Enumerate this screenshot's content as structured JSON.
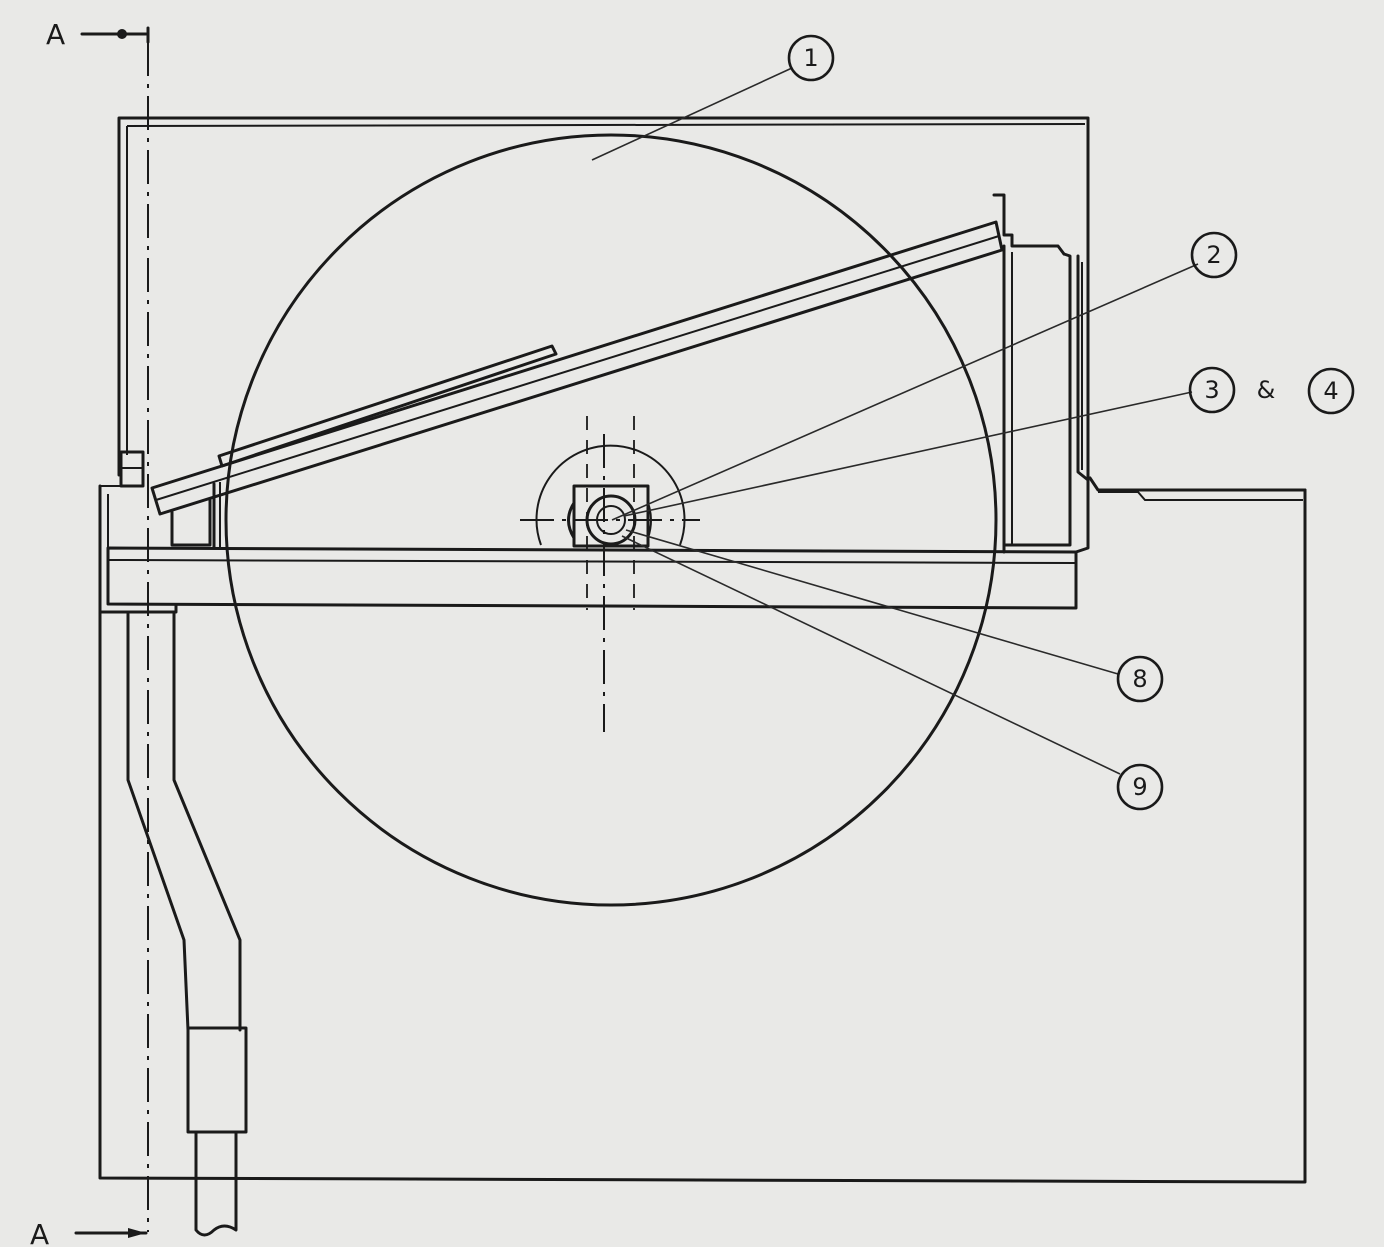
{
  "section_marker": {
    "top": "A",
    "bottom": "A"
  },
  "balloons": {
    "b1": "1",
    "b2": "2",
    "b3": "3",
    "ampersand": "&",
    "b4": "4",
    "b8": "8",
    "b9": "9"
  }
}
